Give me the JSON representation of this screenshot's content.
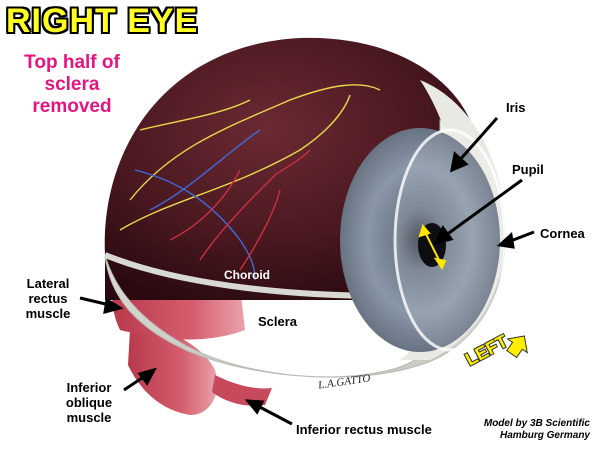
{
  "title": "RIGHT EYE",
  "subtitle": "Top half of sclera removed",
  "orientation_label": "LEFT",
  "signature": "L.A.GATTO",
  "credit": "Model by 3B Scientific Hamburg Germany",
  "labels": {
    "iris": "Iris",
    "pupil": "Pupil",
    "cornea": "Cornea",
    "choroid": "Choroid",
    "sclera": "Sclera",
    "lateral_rectus": "Lateral rectus muscle",
    "inferior_oblique": "Inferior oblique muscle",
    "inferior_rectus": "Inferior rectus muscle"
  },
  "colors": {
    "title": "#ffff22",
    "subtitle": "#e3157f",
    "choroid": "#4a1820",
    "iris": "#8a97a8",
    "muscle": "#c8485a",
    "orientation_arrow": "#ffee00"
  },
  "icons": {
    "orientation_arrow": "arrow-left-icon"
  }
}
